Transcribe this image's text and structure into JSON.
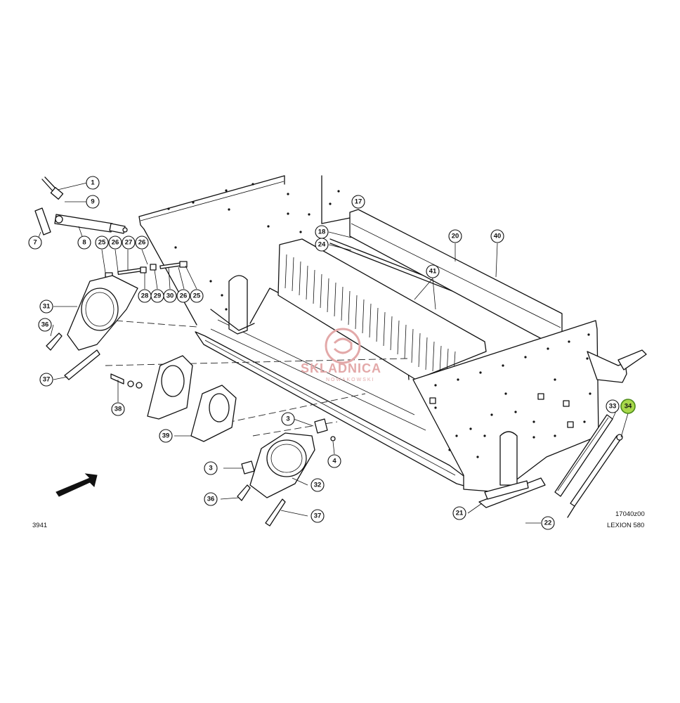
{
  "drawing": {
    "reference": "17040z00",
    "model": "LEXION 580",
    "page_fragment": "3941"
  },
  "watermark": {
    "name": "SKLADNICA",
    "subtitle": "NOWAKOWSKI"
  },
  "highlighted_part": "34",
  "callouts": [
    "1",
    "9",
    "7",
    "8",
    "25",
    "26",
    "27",
    "26",
    "28",
    "29",
    "30",
    "26",
    "25",
    "17",
    "18",
    "24",
    "20",
    "40",
    "41",
    "31",
    "36",
    "37",
    "38",
    "39",
    "3",
    "4",
    "3",
    "32",
    "36",
    "37",
    "21",
    "22",
    "33",
    "34"
  ]
}
